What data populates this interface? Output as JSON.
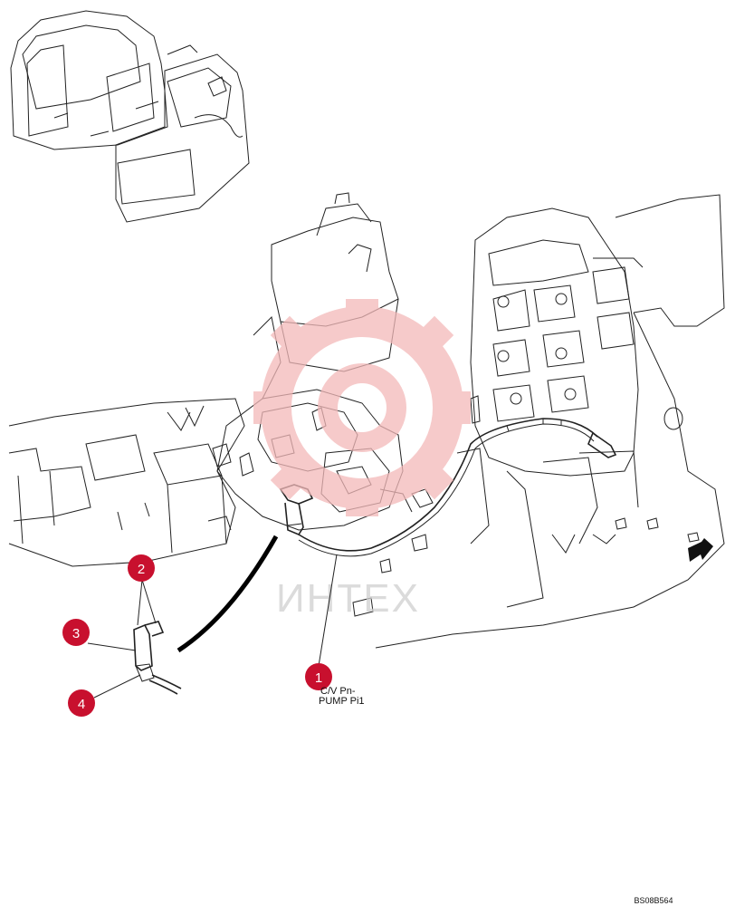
{
  "diagram": {
    "callouts": [
      {
        "id": "callout-1",
        "number": "1"
      },
      {
        "id": "callout-2",
        "number": "2"
      },
      {
        "id": "callout-3",
        "number": "3"
      },
      {
        "id": "callout-4",
        "number": "4"
      }
    ],
    "hose_label_line1": "C/V Pn-",
    "hose_label_line2": "PUMP Pi1",
    "reference_code": "BS08B564",
    "watermark_text": "ИНТЕХ",
    "colors": {
      "callout_fill": "#c8102e",
      "watermark_logo": "#f3b9b9",
      "watermark_text": "#cfcfcf",
      "line": "#222222"
    }
  }
}
